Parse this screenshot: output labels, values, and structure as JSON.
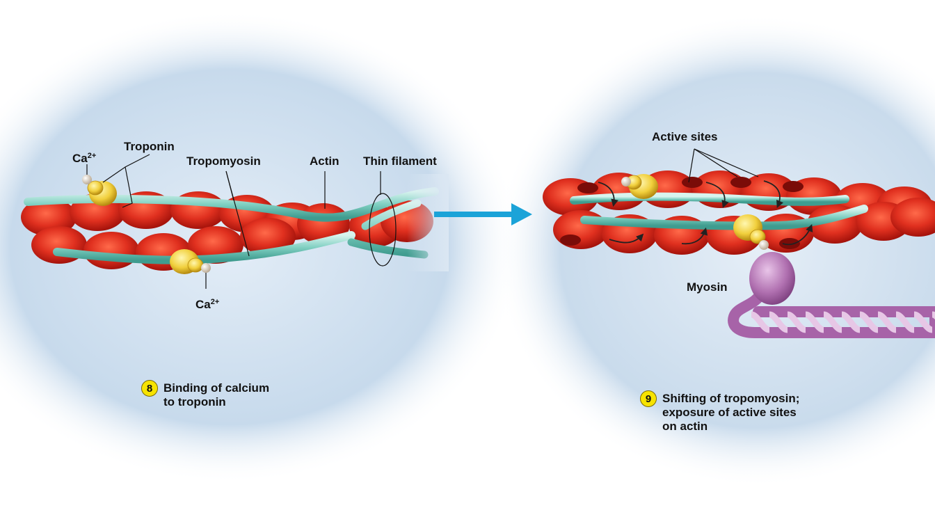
{
  "colors": {
    "background_glow": "#c9dcee",
    "actin": "#d8261a",
    "tropomyosin": "#7fcfc1",
    "troponin": "#f2d34a",
    "myosin": "#a763a8",
    "arrow": "#1ba3d8"
  },
  "labels": {
    "ca_left_top_base": "Ca",
    "ca_left_top_sup": "2+",
    "troponin": "Troponin",
    "tropomyosin": "Tropomyosin",
    "actin": "Actin",
    "thin_filament": "Thin filament",
    "ca_left_bottom_base": "Ca",
    "ca_left_bottom_sup": "2+",
    "active_sites": "Active sites",
    "myosin": "Myosin"
  },
  "steps": [
    {
      "number": "8",
      "lines": [
        "Binding of calcium",
        "to troponin"
      ]
    },
    {
      "number": "9",
      "lines": [
        "Shifting of tropomyosin;",
        "exposure of active sites",
        "on actin"
      ]
    }
  ],
  "transition_arrow": "right-arrow"
}
